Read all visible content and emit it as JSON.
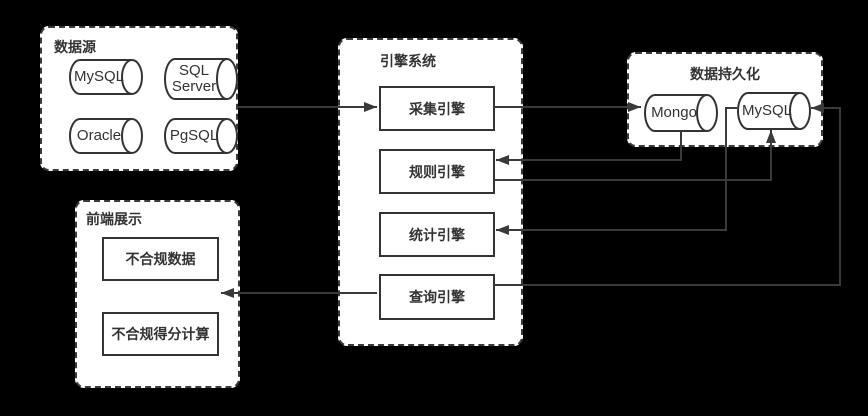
{
  "colors": {
    "background": "#000000",
    "panel_fill": "#ffffff",
    "stroke": "#333333",
    "wire": "#3a3a3a"
  },
  "panels": {
    "datasource": {
      "title": "数据源",
      "databases": [
        "MySQL",
        "SQL Server",
        "Oracle",
        "PgSQL"
      ]
    },
    "engine": {
      "title": "引擎系统",
      "engines": [
        "采集引擎",
        "规则引擎",
        "统计引擎",
        "查询引擎"
      ]
    },
    "persistence": {
      "title": "数据持久化",
      "databases": [
        "Mongo",
        "MySQL"
      ]
    },
    "frontend": {
      "title": "前端展示",
      "items": [
        "不合规数据",
        "不合规得分计算"
      ]
    }
  },
  "connections": [
    {
      "from": "数据源",
      "to": "采集引擎"
    },
    {
      "from": "采集引擎",
      "to": "Mongo"
    },
    {
      "from": "Mongo",
      "to": "规则引擎"
    },
    {
      "from": "规则引擎",
      "to": "MySQL (数据持久化)"
    },
    {
      "from": "MySQL (数据持久化)",
      "to": "统计引擎"
    },
    {
      "from": "查询引擎",
      "to": "MySQL (数据持久化)"
    },
    {
      "from": "查询引擎",
      "to": "前端展示"
    }
  ]
}
